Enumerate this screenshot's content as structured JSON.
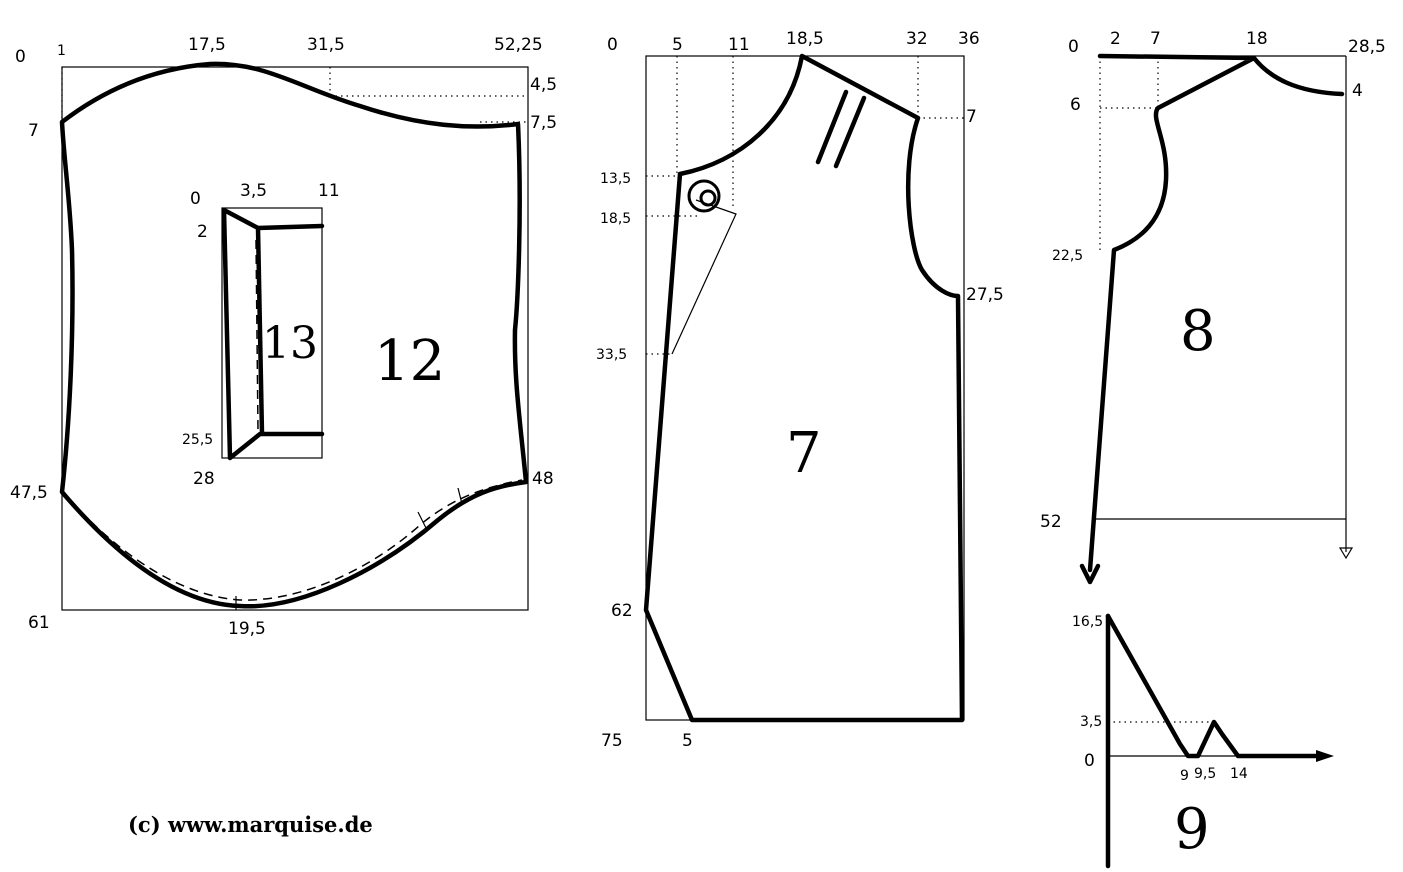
{
  "copyright": "(c) www.marquise.de",
  "pieces": {
    "p12": {
      "label": "12",
      "top_marks": [
        "0",
        "1",
        "17,5",
        "31,5",
        "52,25"
      ],
      "right_marks": [
        "4,5",
        "7,5",
        "48"
      ],
      "left_marks": [
        "7",
        "47,5",
        "61"
      ],
      "bottom_marks": [
        "19,5"
      ]
    },
    "p13": {
      "label": "13",
      "marks": [
        "0",
        "3,5",
        "11",
        "2",
        "25,5",
        "28"
      ]
    },
    "p7": {
      "label": "7",
      "top_marks": [
        "0",
        "5",
        "11",
        "18,5",
        "32",
        "36"
      ],
      "right_marks": [
        "7",
        "27,5"
      ],
      "left_marks": [
        "13,5",
        "18,5",
        "33,5",
        "62",
        "75"
      ],
      "bottom_marks": [
        "5"
      ]
    },
    "p8": {
      "label": "8",
      "top_marks": [
        "0",
        "2",
        "7",
        "18",
        "28,5"
      ],
      "right_marks": [
        "4"
      ],
      "left_marks": [
        "6",
        "22,5",
        "52"
      ]
    },
    "p9": {
      "label": "9",
      "left_marks": [
        "16,5",
        "3,5",
        "0"
      ],
      "bottom_marks": [
        "9",
        "9,5",
        "14"
      ]
    }
  }
}
